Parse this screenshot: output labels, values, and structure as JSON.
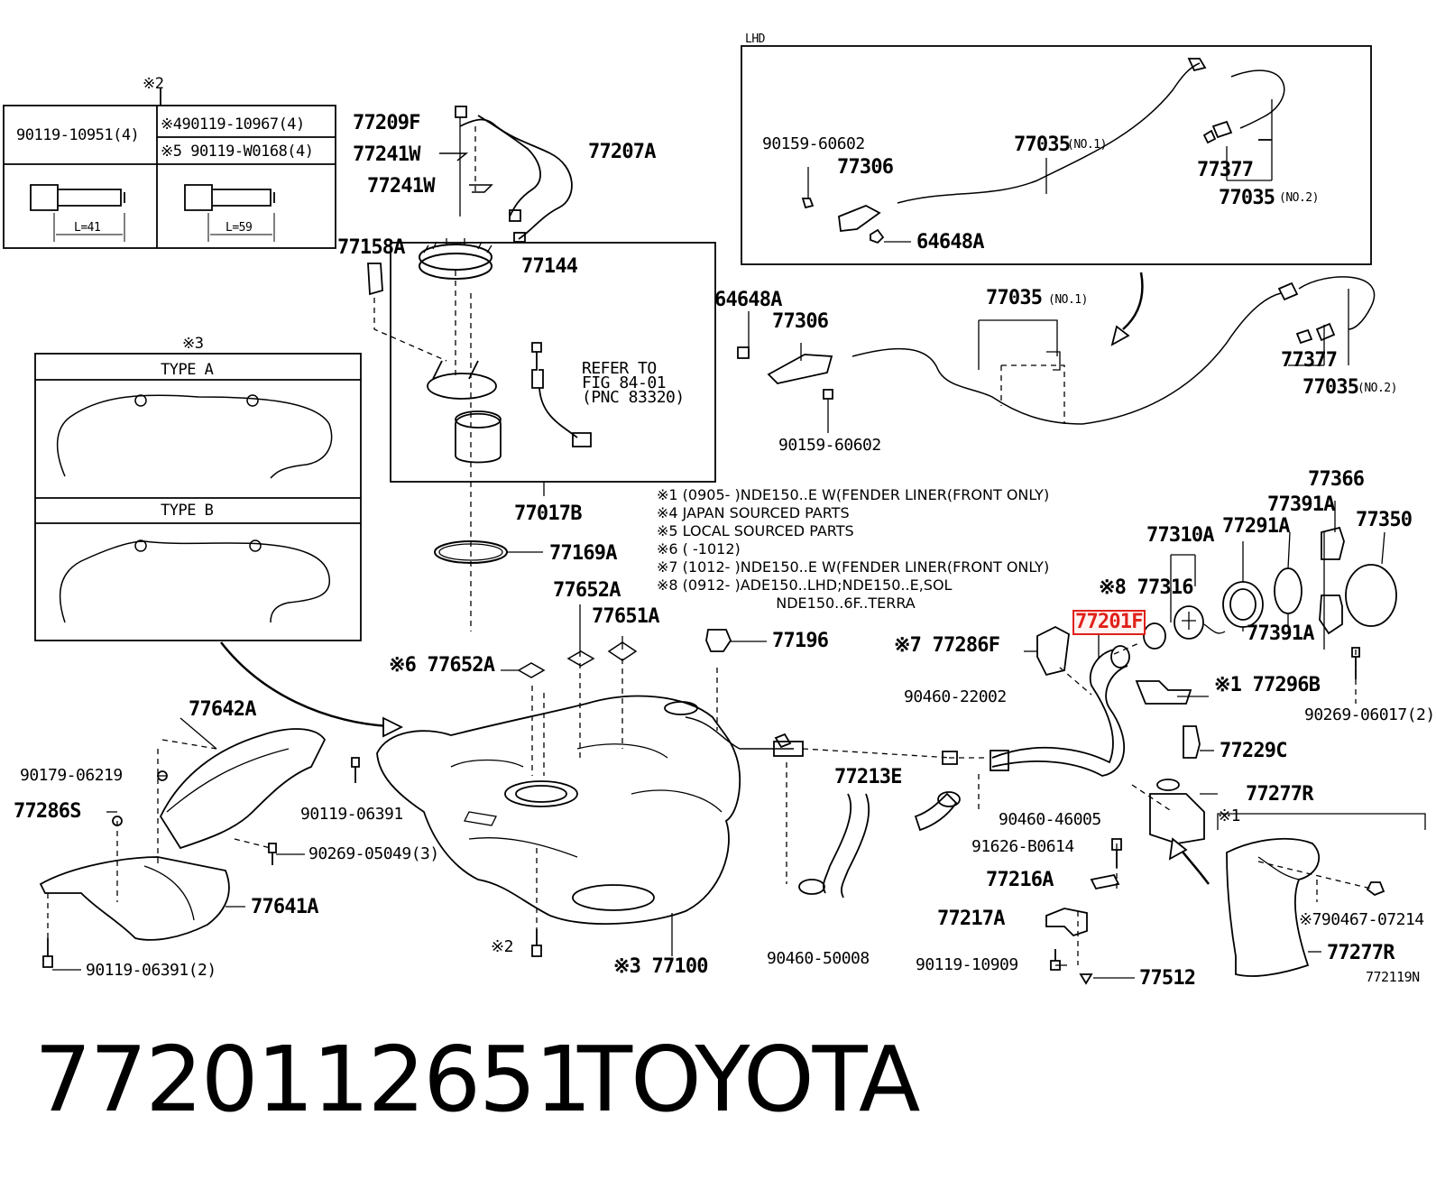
{
  "bolt_table": {
    "mark": "※2",
    "left_part": "90119-10951(4)",
    "right_part_1": "※490119-10967(4)",
    "right_part_2": "※5 90119-W0168(4)",
    "left_length": "L=41",
    "right_length": "L=59"
  },
  "type_box": {
    "mark": "※3",
    "type_a": "TYPE A",
    "type_b": "TYPE B"
  },
  "lhd_box": {
    "title": "LHD",
    "labels": {
      "p90159_60602": "90159-60602",
      "p77306": "77306",
      "p77035_no1": "77035",
      "no1": "(NO.1)",
      "p77377": "77377",
      "p77035_no2": "77035",
      "no2": "(NO.2)",
      "p64648a": "64648A"
    }
  },
  "pump_box": {
    "refer_line1": "REFER TO",
    "refer_line2": "FIG 84-01",
    "refer_line3": "(PNC 83320)"
  },
  "labels": {
    "p77209f": "77209F",
    "p77241w_1": "77241W",
    "p77241w_2": "77241W",
    "p77207a": "77207A",
    "p77158a": "77158A",
    "p77144": "77144",
    "p77017b": "77017B",
    "p77169a": "77169A",
    "p64648a": "64648A",
    "p77306": "77306",
    "p77035_no1": "77035",
    "no1": "(NO.1)",
    "p90159_60602": "90159-60602",
    "p77377": "77377",
    "p77035_no2": "77035",
    "no2": "(NO.2)",
    "p77366": "77366",
    "p77391a_1": "77391A",
    "p77350": "77350",
    "p77310a": "77310A",
    "p77291a": "77291A",
    "p77316": "※8 77316",
    "p77201f": "77201F",
    "p77391a_2": "77391A",
    "p77286f": "※7 77286F",
    "p77296b": "※1 77296B",
    "p90269_06017": "90269-06017(2)",
    "p77652a_1": "77652A",
    "p77651a": "77651A",
    "p77652a_2": "※6 77652A",
    "p77196": "77196",
    "p77642a": "77642A",
    "p90179_06219": "90179-06219",
    "p77286s": "77286S",
    "p90119_06391": "90119-06391",
    "p90269_05049": "90269-05049(3)",
    "p77641a": "77641A",
    "p90119_06391_2": "90119-06391(2)",
    "p90460_22002": "90460-22002",
    "p77229c": "77229C",
    "p77213e": "77213E",
    "p77277r_1": "77277R",
    "p90460_46005": "90460-46005",
    "p91626_b0614": "91626-B0614",
    "p77216a": "77216A",
    "p77217a": "77217A",
    "p90119_10909": "90119-10909",
    "p77512": "77512",
    "p90460_50008": "90460-50008",
    "p77100": "※3 77100",
    "mark2": "※2",
    "mark1": "※1",
    "p90467_07214": "※790467-07214",
    "p77277r_2": "77277R",
    "ref": "772119N"
  },
  "notes": [
    "※1 (0905-        )NDE150..E W(FENDER LINER(FRONT ONLY)",
    "※4 JAPAN SOURCED PARTS",
    "※5 LOCAL SOURCED PARTS",
    "※6 (        -1012)",
    "※7 (1012-        )NDE150..E W(FENDER LINER(FRONT ONLY)",
    "※8 (0912-        )ADE150..LHD;NDE150..E,SOL",
    "                          NDE150..6F..TERRA"
  ],
  "footer": {
    "part_number": "7720112651",
    "brand": "TOYOTA"
  },
  "colors": {
    "highlight": "#e0201a",
    "line": "#000000"
  }
}
